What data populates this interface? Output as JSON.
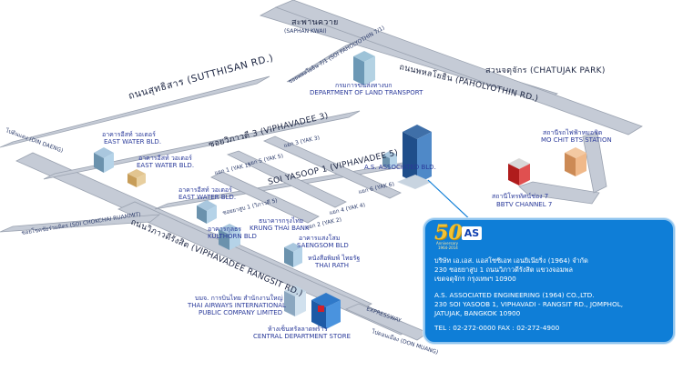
{
  "roads": {
    "saphan_kwai": "สะพานควาย",
    "saphan_kwai_en": "(SAPHAN KWAI)",
    "sutthisan_th": "ถนนสุทธิสาร",
    "sutthisan_en": "(SUTTHISAN RD.)",
    "phahonyothin_th": "ถนนพหลโยธิน",
    "phahonyothin_en": "(PAHOLYOTHIN RD.)",
    "chatujak_th": "สวนจตุจักร",
    "chatujak_en": "(CHATUJAK PARK)",
    "vibhavadee3_th": "ซอยวิภาวดี 3",
    "vibhavadee3_en": "(VIPHAVADEE 3)",
    "vibhavadee5": "SOI YASOOP 1 (VIPHAVADEE 5)",
    "vibhavadee5_th": "ซอยยาสูบ 1 (วิภาวดี 5)",
    "vibhavadee_rangsit_th": "ถนนวิภาวดีรังสิต",
    "vibhavadee_rangsit_en": "(VIPHAVADEE RANGSIT RD.)",
    "din_daeng_th": "ไปดินแดง",
    "din_daeng_en": "(DIN DAENG)",
    "chokchai_th": "ซอยโชคชัยร่วมมิตร",
    "chokchai_en": "(SOI CHOKCHAI RUAMMIT)",
    "don_muang_th": "ไปดอนเมือง",
    "don_muang_en": "(DON MUANG)",
    "expressway_en": "EXPRESSWAY",
    "soi_phahon7_th": "ซอยพหลโยธิน 7/1",
    "soi_phahon7_en": "(SOI PAHOLYOTHIN 7/1)",
    "yak1": "แยก 1 (YAK 1)",
    "yak2": "แยก 2 (YAK 2)",
    "yak3": "แยก 3 (YAK 3)",
    "yak4": "แยก 4 (YAK 4)",
    "yak5": "แยก 5 (YAK 5)",
    "yak6": "แยก 6 (YAK 6)"
  },
  "places": {
    "dlt_th": "กรมการขนส่งทางบก",
    "dlt_en": "DEPARTMENT OF LAND TRANSPORT",
    "mochit_th": "สถานีรถไฟฟ้าหมอชิต",
    "mochit_en": "MO CHIT BTS STATION",
    "bbtv_th": "สถานีโทรทัศน์ช่อง 7",
    "bbtv_en": "BBTV CHANNEL 7",
    "ewb1_th": "อาคารอีสท์ วอเตอร์",
    "ewb1_en": "EAST WATER BLD.",
    "ewb2_th": "อาคารอีสท์ วอเตอร์",
    "ewb2_en": "EAST WATER BLD.",
    "ewb3_th": "อาคารอีสท์ วอเตอร์",
    "ewb3_en": "EAST WATER BLD.",
    "krungthai_th": "ธนาคารกรุงไทย",
    "krungthai_en": "KRUNG THAI BANK",
    "kulthorn_th": "อาคารกุลธร",
    "kulthorn_en": "KULTHORN BLD",
    "saengsom_th": "อาคารแสงโสม",
    "saengsom_en": "SAENGSOM BLD",
    "thairath_th": "หนังสือพิมพ์ ไทยรัฐ",
    "thairath_en": "THAI RATH",
    "thai_airways_th": "บมจ. การบินไทย สำนักงานใหญ่",
    "thai_airways_en1": "THAI AIRWAYS INTERNATIONAL",
    "thai_airways_en2": "PUBLIC COMPANY LIMITED",
    "central_th": "ห้างเซ็นทรัลลาดพร้าว",
    "central_en": "CENTRAL DEPARTMENT STORE",
    "as_bldg": "A.S. ASSOCIATED BLD."
  },
  "info": {
    "logo_num": "50",
    "logo_as": "AS",
    "logo_sub": "Anniversary",
    "logo_year": "1964-2014",
    "th_line1": "บริษัท เอ.เอส. แอสโซซิเอท เอนยิเนียริ่ง (1964) จำกัด",
    "th_line2": "230 ซอยยาสูบ 1 ถนนวิภาวดีรังสิต แขวงจอมพล",
    "th_line3": "เขตจตุจักร กรุงเทพฯ 10900",
    "en_line1": "A.S. ASSOCIATED ENGINEERING (1964) CO.,LTD.",
    "en_line2": "230 SOI YASOOB 1, VIPHAVADI - RANGSIT RD., JOMPHOL,",
    "en_line3": "JATUJAK, BANGKOK 10900",
    "contact": "TEL : 02-272-0000   FAX : 02-272-4900"
  },
  "colors": {
    "road": "#c5cbd6",
    "info_bg": "#0f7ed7",
    "label": "#1a2340"
  }
}
